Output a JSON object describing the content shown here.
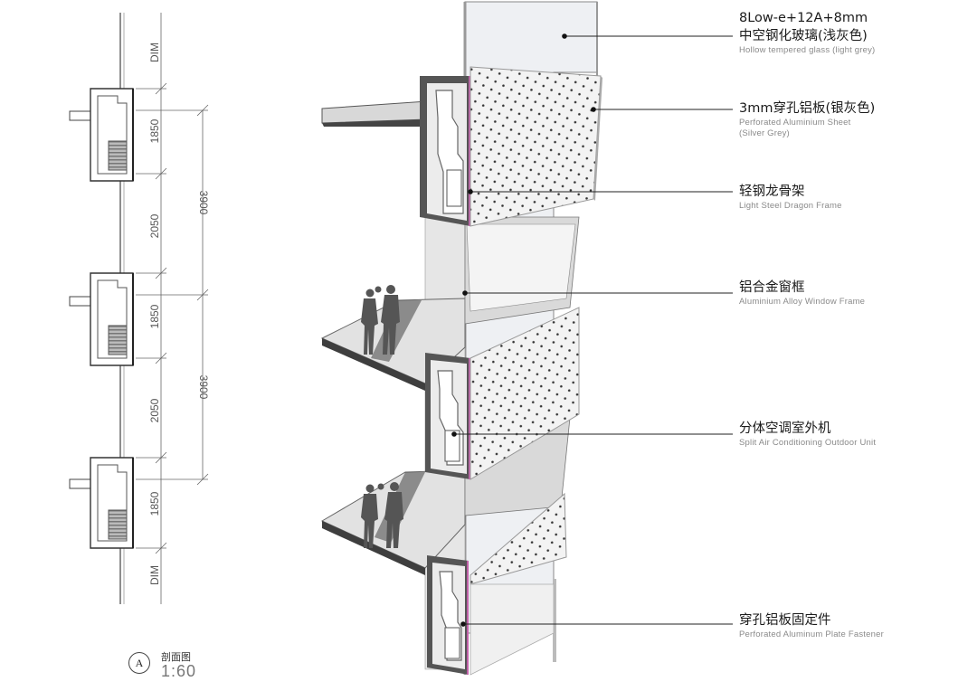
{
  "section": {
    "dims_top": [
      "DIM",
      "1850",
      "2050",
      "1850",
      "2050",
      "1850",
      "DIM"
    ],
    "dims_floor": [
      "3900",
      "3900"
    ],
    "scale_letter": "A",
    "scale_title": "剖面图",
    "scale_ratio": "1:60"
  },
  "callouts": [
    {
      "zh_line1": "8Low-e+12A+8mm",
      "zh_line2": "中空钢化玻璃(浅灰色)",
      "en": "Hollow tempered glass (light grey)"
    },
    {
      "zh": "3mm穿孔铝板(银灰色)",
      "en_line1": "Perforated Aluminium Sheet",
      "en_line2": "(Silver Grey)"
    },
    {
      "zh": "轻钢龙骨架",
      "en": "Light Steel Dragon Frame"
    },
    {
      "zh": "铝合金窗框",
      "en": "Aluminium Alloy Window Frame"
    },
    {
      "zh": "分体空调室外机",
      "en": "Split Air Conditioning Outdoor Unit"
    },
    {
      "zh": "穿孔铝板固定件",
      "en": "Perforated Aluminum Plate Fastener"
    }
  ],
  "colors": {
    "line": "#333333",
    "panel": "#ececec",
    "accent": "#c060a8"
  }
}
